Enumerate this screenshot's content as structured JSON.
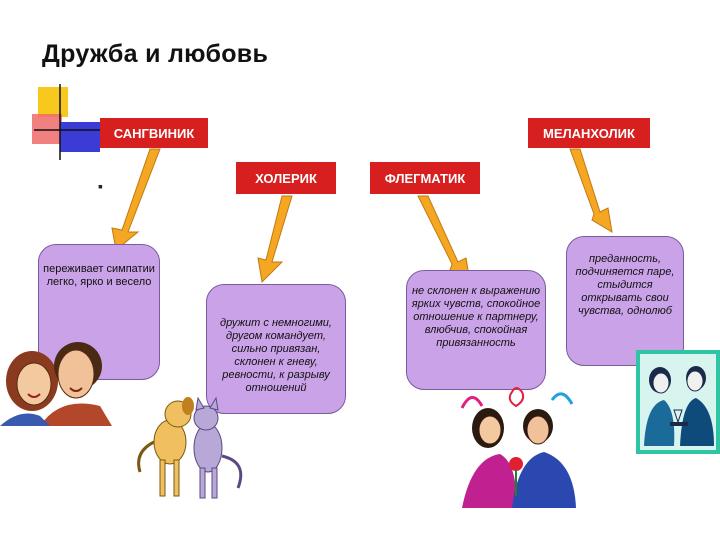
{
  "title": "Дружба и любовь",
  "bullet": "▪",
  "types": {
    "sanguine": "САНГВИНИК",
    "melancholic": "МЕЛАНХОЛИК",
    "choleric": "ХОЛЕРИК",
    "phlegmatic": "ФЛЕГМАТИК"
  },
  "descriptions": {
    "sanguine": "переживает симпатии легко, ярко и весело",
    "choleric": "дружит с немногими, другом командует, сильно привязан, склонен к гневу, ревности, к разрыву отношений",
    "phlegmatic": "не склонен к выражению ярких чувств, спокойное отношение к партнеру, влюбчив, спокойная привязанность",
    "melancholic": "преданность, подчиняется паре, стыдится открывать свои чувства, однолюб"
  },
  "colors": {
    "type_box": "#d81f1f",
    "description_box": "#c9a2e8",
    "arrow": "#f5a623",
    "arrow_outline": "#c07a10",
    "accent_yellow": "#f7c81e",
    "accent_blue": "#3b3bd6",
    "accent_red": "#e84a4a"
  },
  "icons": {
    "decor": "color-squares-icon",
    "couple_left": "couple-portrait-icon",
    "animals": "dog-and-cat-icon",
    "couple_center": "couple-with-rose-icon",
    "couple_right": "couple-at-table-icon"
  }
}
